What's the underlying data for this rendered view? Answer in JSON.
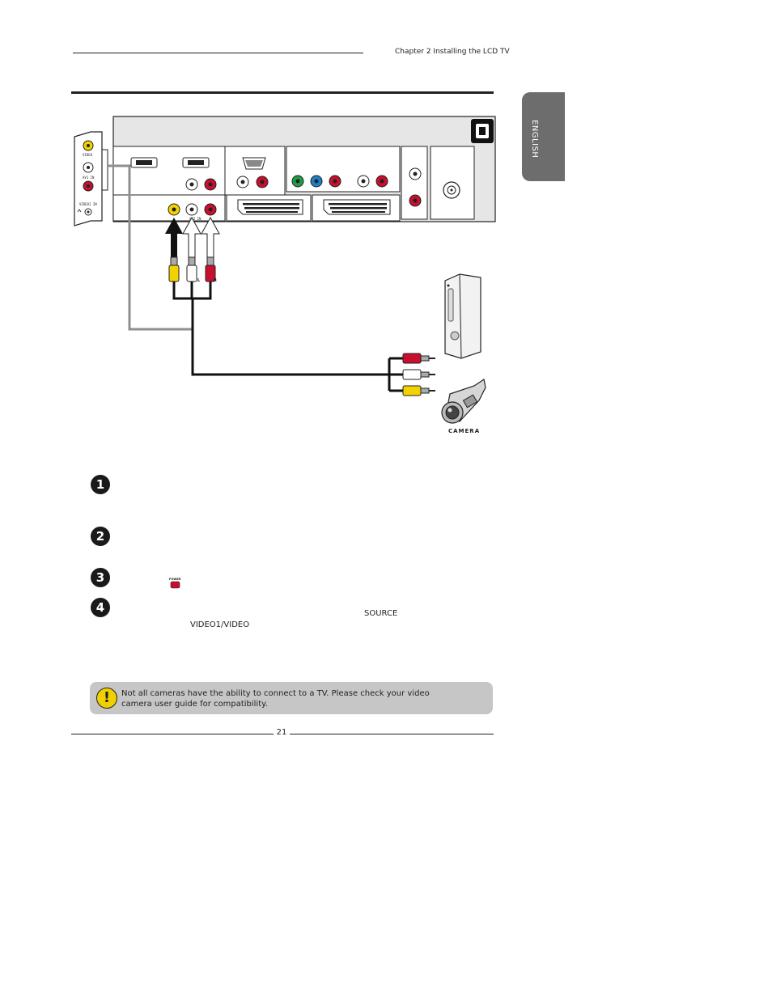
{
  "header": {
    "chapter_title": "Chapter 2 Installing the LCD TV"
  },
  "side_tab": {
    "language": "ENGLISH"
  },
  "diagram": {
    "side_panel_labels": [
      "VIDEO",
      "AV1 IN",
      "VIDEO1 IN"
    ],
    "bottom_av_label": "AV2 IN",
    "plug_left_label": "L",
    "plug_right_label": "R",
    "camera_label": "CAMERA",
    "power_key_label": "POWER",
    "colors": {
      "yellow": "#f2d200",
      "white": "#ffffff",
      "red": "#c8102e",
      "green": "#1f9d45",
      "blue": "#1f7fc8",
      "cable": "#111111",
      "gray_cable": "#8f8f8f"
    }
  },
  "steps": [
    {
      "number": "1"
    },
    {
      "number": "2"
    },
    {
      "number": "3"
    },
    {
      "number": "4",
      "keyword_source": "SOURCE",
      "keyword_video": "VIDEO1/VIDEO"
    }
  ],
  "note": {
    "icon": "warning-exclamation-icon",
    "text": "Not all cameras have the ability to connect to a TV. Please check your video camera user guide for compatibility."
  },
  "footer": {
    "page_number": "21"
  }
}
